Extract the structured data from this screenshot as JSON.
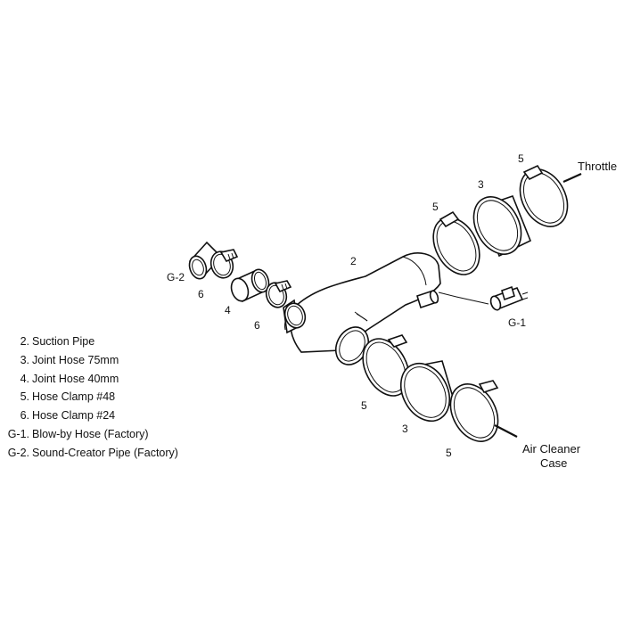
{
  "callouts": {
    "throttle": "Throttle",
    "air_cleaner_line1": "Air Cleaner",
    "air_cleaner_line2": "Case",
    "n2": "2",
    "n3_top": "3",
    "n3_bottom": "3",
    "n4": "4",
    "n5_top_right": "5",
    "n5_top_left": "5",
    "n5_bottom_left": "5",
    "n5_bottom_right": "5",
    "n6_left": "6",
    "n6_right": "6",
    "g1": "G-1",
    "g2": "G-2"
  },
  "legend": [
    {
      "code": "2.",
      "desc": "Suction Pipe"
    },
    {
      "code": "3.",
      "desc": "Joint Hose 75mm"
    },
    {
      "code": "4.",
      "desc": "Joint Hose 40mm"
    },
    {
      "code": "5.",
      "desc": "Hose Clamp #48"
    },
    {
      "code": "6.",
      "desc": "Hose Clamp #24"
    },
    {
      "code": "G-1.",
      "desc": "Blow-by Hose (Factory)"
    },
    {
      "code": "G-2.",
      "desc": "Sound-Creator Pipe (Factory)"
    }
  ]
}
